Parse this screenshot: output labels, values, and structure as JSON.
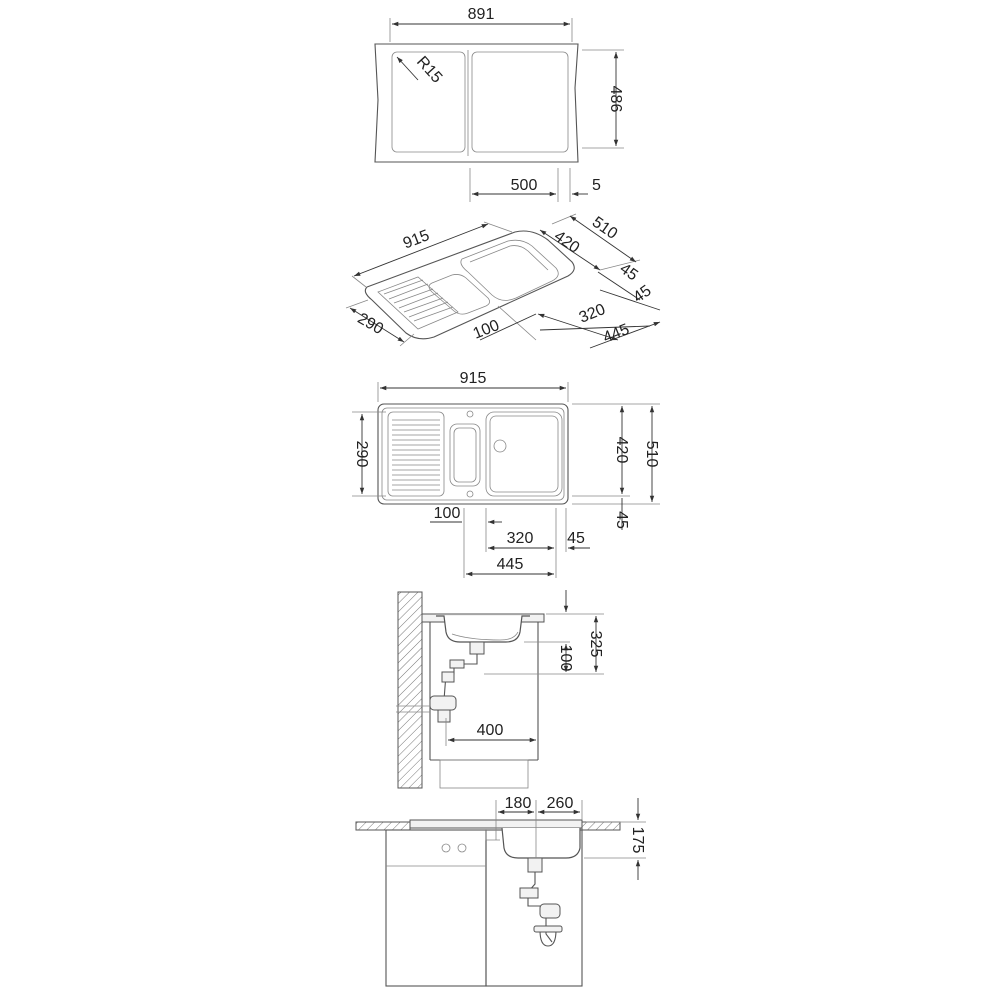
{
  "cutout_view": {
    "width": "891",
    "height": "486",
    "radius": "R15",
    "offset_a": "500",
    "offset_b": "5"
  },
  "iso_view": {
    "length": "915",
    "depth": "510",
    "bowl_depth": "420",
    "edge_a": "45",
    "edge_b": "45",
    "drainer_width": "290",
    "waste_offset": "100",
    "bowl_width": "320",
    "bowl_pos": "445"
  },
  "top_view": {
    "length": "915",
    "drainer_width": "290",
    "bowl_depth": "420",
    "depth": "510",
    "edge": "45",
    "waste_offset": "100",
    "bowl_width": "320",
    "edge_right": "45",
    "bowl_pos": "445"
  },
  "side_view": {
    "bowl_depth": "100",
    "total_height": "325",
    "distance": "400"
  },
  "front_view": {
    "dim_a": "180",
    "dim_b": "260",
    "height": "175"
  }
}
